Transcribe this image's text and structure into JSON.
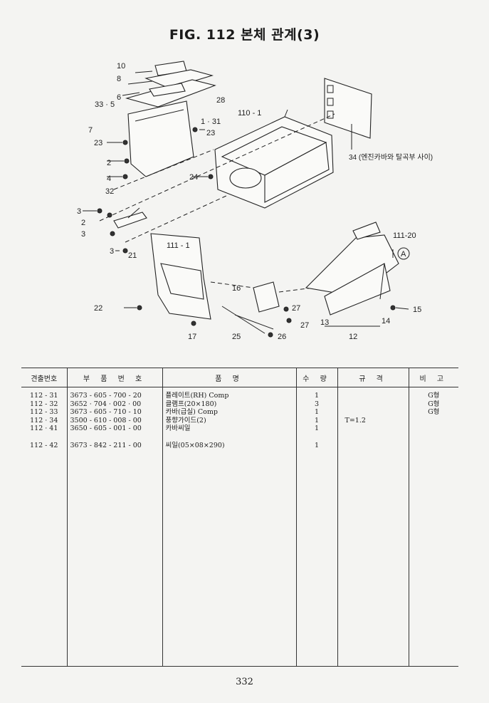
{
  "figure": {
    "title": "FIG. 112 본체 관계(3)",
    "callouts": [
      "10",
      "8",
      "6",
      "33 · 5",
      "28",
      "7",
      "23",
      "1 · 31",
      "23",
      "110 - 1",
      "2",
      "4",
      "32",
      "24",
      "34 (엔진카바와 탈곡부 사이)",
      "3",
      "2",
      "3",
      "3",
      "21",
      "111 - 1",
      "111-20",
      "A",
      "16",
      "22",
      "27",
      "27",
      "25",
      "26",
      "17",
      "13",
      "14",
      "15",
      "12"
    ]
  },
  "table": {
    "headers": [
      "견출번호",
      "부 품 번 호",
      "품 명",
      "수 량",
      "규 격",
      "비 고"
    ],
    "rows": [
      {
        "ref": "112 - 31",
        "part_no": "3673 - 605 - 700 - 20",
        "name": "플레이트(RH) Comp",
        "qty": "1",
        "spec": "",
        "note": "G형"
      },
      {
        "ref": "112 - 32",
        "part_no": "3652 · 704 · 002 · 00",
        "name": "클램프(20×180)",
        "qty": "3",
        "spec": "",
        "note": "G형"
      },
      {
        "ref": "112 - 33",
        "part_no": "3673 - 605 - 710 - 10",
        "name": "카바(급실) Comp",
        "qty": "1",
        "spec": "",
        "note": "G형"
      },
      {
        "ref": "112 · 34",
        "part_no": "3500 - 610 - 008 - 00",
        "name": "풍향가이드(2)",
        "qty": "1",
        "spec": "T=1.2",
        "note": ""
      },
      {
        "ref": "112 · 41",
        "part_no": "3650 - 605 - 001 - 00",
        "name": "카바씨일",
        "qty": "1",
        "spec": "",
        "note": ""
      },
      {
        "ref": "112 - 42",
        "part_no": "3673 - 842 - 211 - 00",
        "name": "씨일(05×08×290)",
        "qty": "1",
        "spec": "",
        "note": ""
      }
    ]
  },
  "page_number": "332"
}
